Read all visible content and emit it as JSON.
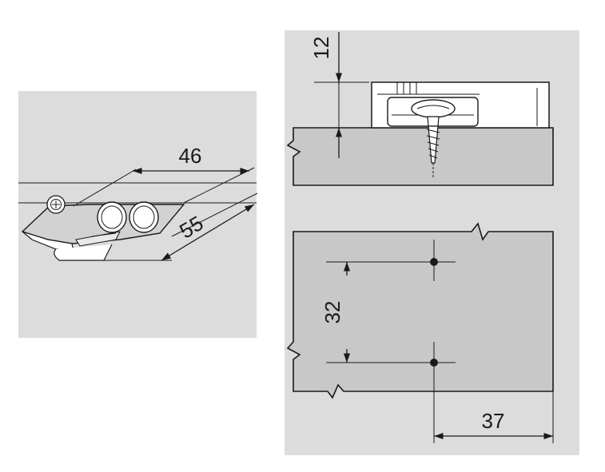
{
  "colors": {
    "panel_background": "#dcdcdc",
    "part_fill": "#c8c8c8",
    "line": "#1a1a1a",
    "white": "#ffffff"
  },
  "left_view": {
    "dimensions": [
      "46",
      "55"
    ]
  },
  "top_right_view": {
    "dimensions": [
      "12"
    ]
  },
  "bottom_right_view": {
    "dimensions": [
      "32",
      "37"
    ]
  }
}
